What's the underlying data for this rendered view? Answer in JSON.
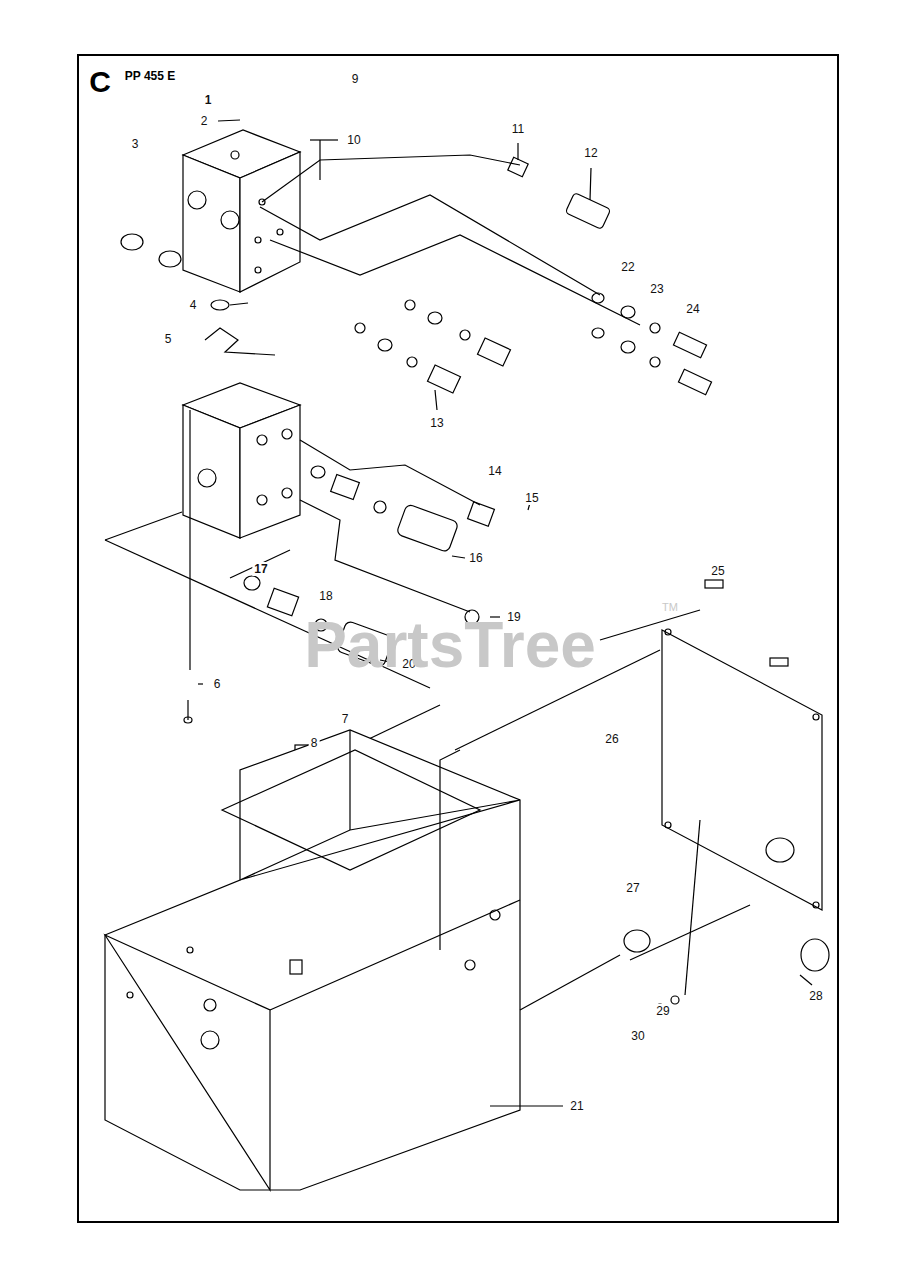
{
  "diagram": {
    "labels": [
      "C",
      "PP 455 E",
      "1",
      "2",
      "3",
      "4",
      "5",
      "6",
      "7",
      "8",
      "9",
      "10",
      "11",
      "12",
      "13",
      "14",
      "15",
      "16",
      "17",
      "18",
      "19",
      "20",
      "21",
      "22",
      "23",
      "24",
      "25",
      "26",
      "27",
      "28",
      "29",
      "30",
      "PartsTree",
      "TM"
    ]
  }
}
